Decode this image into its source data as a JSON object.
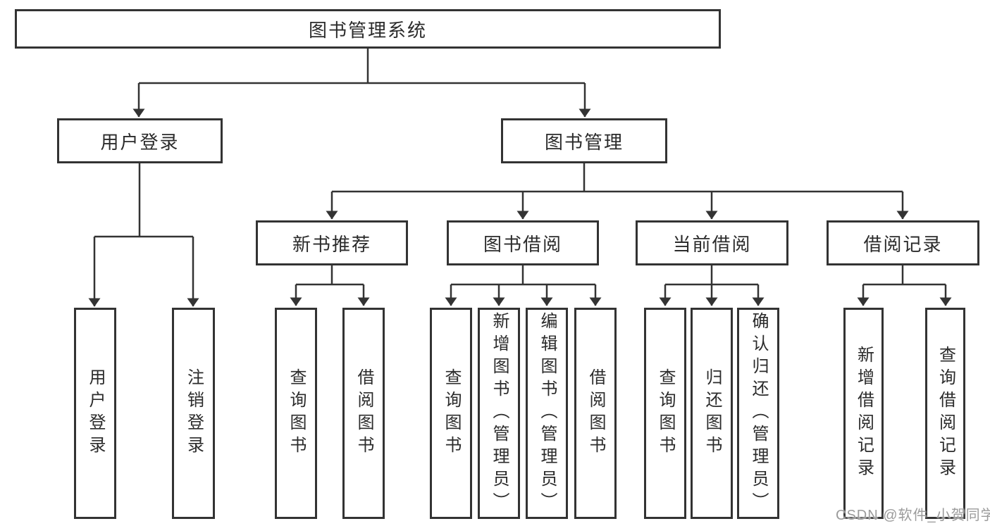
{
  "colors": {
    "line": "#333333",
    "box_border": "#333333",
    "text": "#2b2b2b",
    "watermark": "#9b9b9b",
    "background": "#ffffff"
  },
  "watermark": "CSDN @软件_小贺同学",
  "root": {
    "label": "图书管理系统",
    "children": [
      {
        "label": "用户登录",
        "children": [
          {
            "label": "用户登录"
          },
          {
            "label": "注销登录"
          }
        ]
      },
      {
        "label": "图书管理",
        "children": [
          {
            "label": "新书推荐",
            "children": [
              {
                "label": "查询图书"
              },
              {
                "label": "借阅图书"
              }
            ]
          },
          {
            "label": "图书借阅",
            "children": [
              {
                "label": "查询图书"
              },
              {
                "label": "新增图书（管理员）"
              },
              {
                "label": "编辑图书（管理员）"
              },
              {
                "label": "借阅图书"
              }
            ]
          },
          {
            "label": "当前借阅",
            "children": [
              {
                "label": "查询图书"
              },
              {
                "label": "归还图书"
              },
              {
                "label": "确认归还（管理员）"
              }
            ]
          },
          {
            "label": "借阅记录",
            "children": [
              {
                "label": "新增借阅记录"
              },
              {
                "label": "查询借阅记录"
              }
            ]
          }
        ]
      }
    ]
  }
}
